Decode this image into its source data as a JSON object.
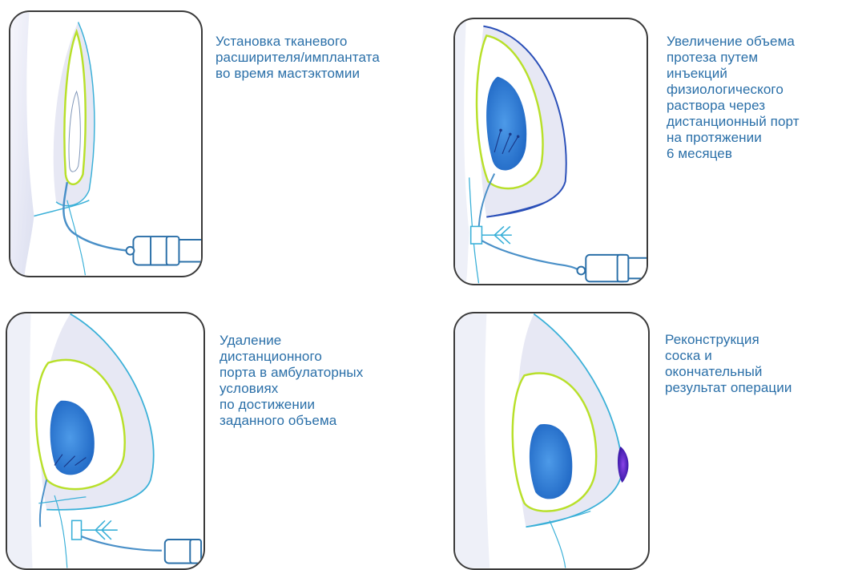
{
  "colors": {
    "caption_text": "#2a6fa8",
    "skin_fill": "#e7e8f4",
    "implant_outline": "#b8e02a",
    "expander_fill": "#2f7fd6",
    "skin_line": "#3ab0d8",
    "nipple": "#5a22c8"
  },
  "steps": [
    {
      "caption": "Установка  тканевого\nрасширителя/имплантата\nво время мастэктомии",
      "illustration_icon": "tissue-expander-placement-icon"
    },
    {
      "caption": "Увеличение объема\nпротеза путем\nинъекций\nфизиологического\nраствора через\nдистанционный порт\nна протяжении\n6 месяцев",
      "illustration_icon": "saline-injection-icon"
    },
    {
      "caption": "Удаление\nдистанционного\nпорта в амбулаторных\nусловиях\nпо достижении\nзаданного объема",
      "illustration_icon": "port-removal-icon"
    },
    {
      "caption": "Реконструкция\nсоска и\nокончательный\nрезультат операции",
      "illustration_icon": "nipple-reconstruction-icon"
    }
  ]
}
